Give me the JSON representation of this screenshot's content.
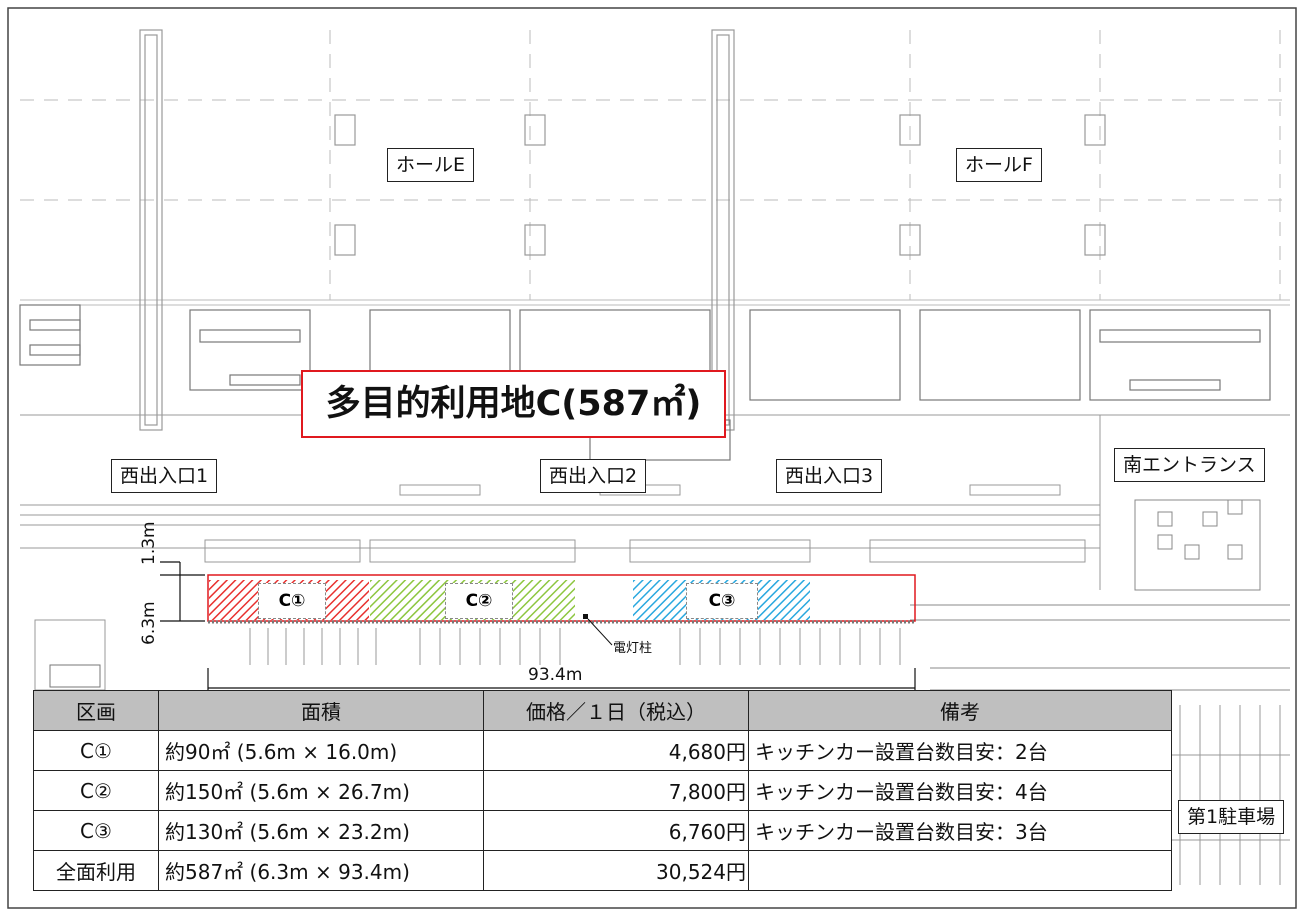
{
  "title": "多目的利用地C(587㎡)",
  "halls": {
    "e": "ホールE",
    "f": "ホールF"
  },
  "entrances": {
    "west1": "西出入口1",
    "west2": "西出入口2",
    "west3": "西出入口3",
    "south": "南エントランス"
  },
  "parking": "第1駐車場",
  "zones": [
    {
      "label": "C①",
      "color": "#e8302e"
    },
    {
      "label": "C②",
      "color": "#8dc63f"
    },
    {
      "label": "C③",
      "color": "#29a8df"
    }
  ],
  "dimensions": {
    "length": "93.4m",
    "width_total": "6.3m",
    "width_gap": "1.3m",
    "pole": "電灯柱"
  },
  "table": {
    "headers": [
      "区画",
      "面積",
      "価格／１日（税込）",
      "備考"
    ],
    "rows": [
      [
        "C①",
        "約90㎡ (5.6m × 16.0m)",
        "4,680円",
        "キッチンカー設置台数目安：2台"
      ],
      [
        "C②",
        "約150㎡ (5.6m × 26.7m)",
        "7,800円",
        "キッチンカー設置台数目安：4台"
      ],
      [
        "C③",
        "約130㎡ (5.6m × 23.2m)",
        "6,760円",
        "キッチンカー設置台数目安：3台"
      ],
      [
        "全面利用",
        "約587㎡ (6.3m × 93.4m)",
        "30,524円",
        ""
      ]
    ]
  }
}
